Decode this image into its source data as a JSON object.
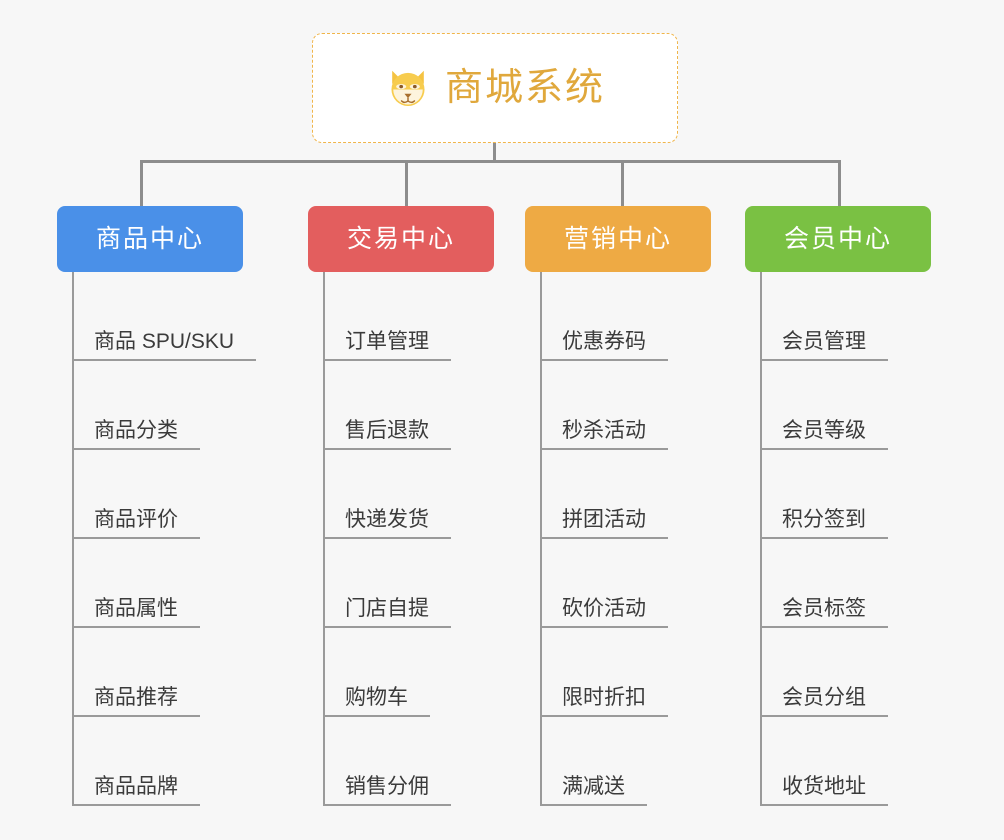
{
  "page": {
    "background": "#f7f7f7",
    "line_color": "#8d8d8d"
  },
  "root": {
    "title": "商城系统",
    "icon": "shiba-dog-face-icon",
    "border_color": "#f0b54a",
    "text_color": "#e0a83c"
  },
  "branches": [
    {
      "label": "商品中心",
      "color": "#4a90e8",
      "items": [
        "商品 SPU/SKU",
        "商品分类",
        "商品评价",
        "商品属性",
        "商品推荐",
        "商品品牌"
      ]
    },
    {
      "label": "交易中心",
      "color": "#e35e5e",
      "items": [
        "订单管理",
        "售后退款",
        "快递发货",
        "门店自提",
        "购物车",
        "销售分佣"
      ]
    },
    {
      "label": "营销中心",
      "color": "#eeaa44",
      "items": [
        "优惠券码",
        "秒杀活动",
        "拼团活动",
        "砍价活动",
        "限时折扣",
        "满减送"
      ]
    },
    {
      "label": "会员中心",
      "color": "#7ac143",
      "items": [
        "会员管理",
        "会员等级",
        "积分签到",
        "会员标签",
        "会员分组",
        "收货地址"
      ]
    }
  ]
}
